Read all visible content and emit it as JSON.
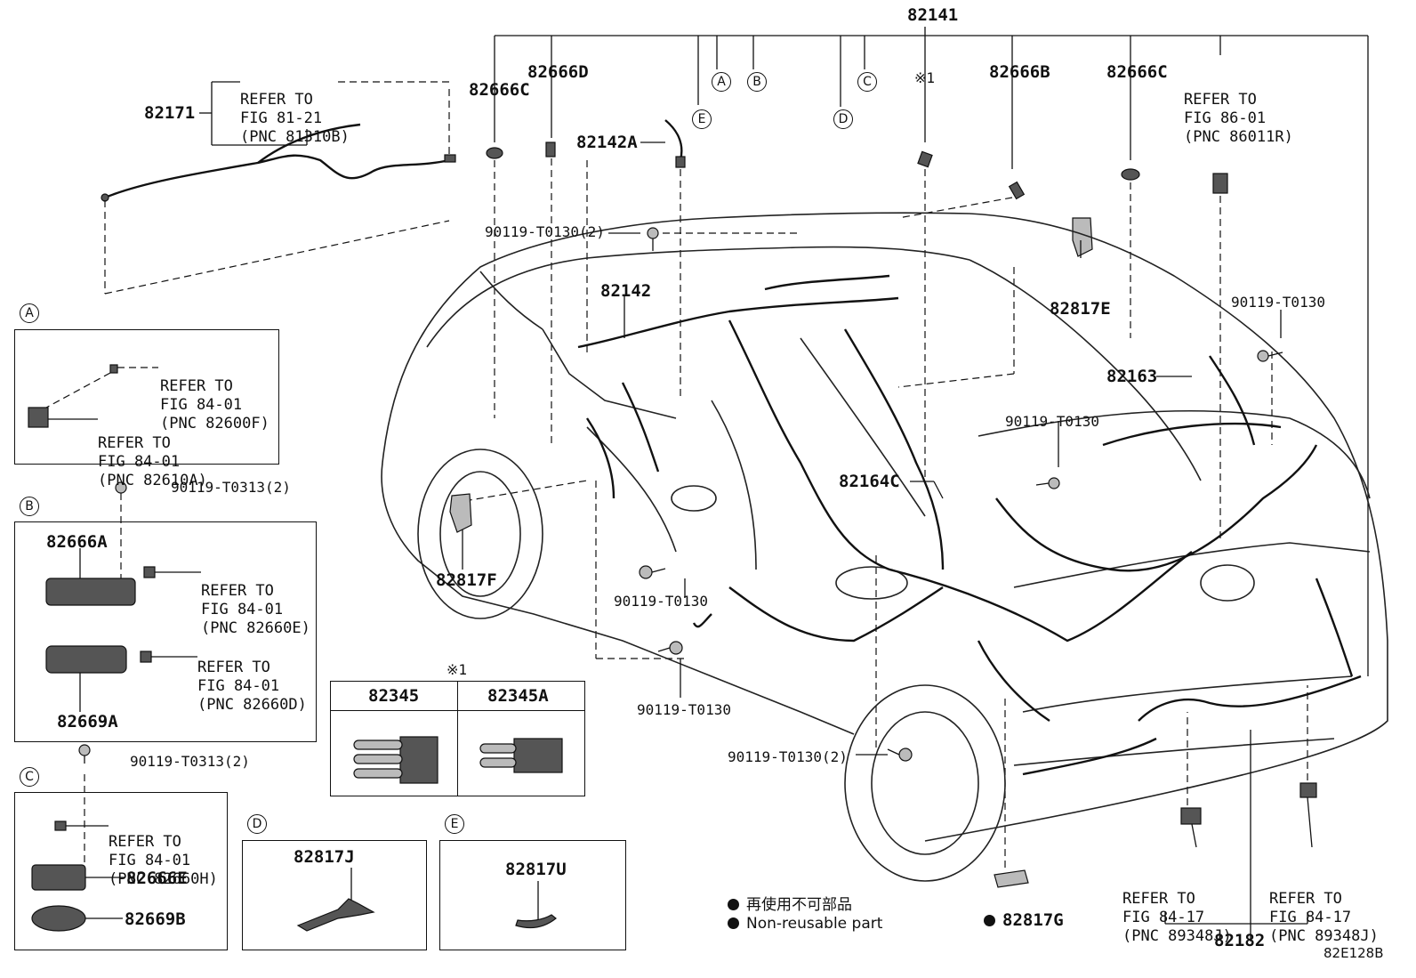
{
  "diagram": {
    "main_part": "82141",
    "footer_code": "82E128B",
    "legend": {
      "jp": "再使用不可部品",
      "en": "Non-reusable part"
    },
    "labels": {
      "p82171": "82171",
      "p82666C_a": "82666C",
      "p82666D": "82666D",
      "p82142A": "82142A",
      "p82666B": "82666B",
      "p82666C_b": "82666C",
      "p82142": "82142",
      "p82817E": "82817E",
      "p82163": "82163",
      "p82164C": "82164C",
      "p82817F": "82817F",
      "p82817G": "82817G",
      "p82182": "82182",
      "note1": "※1",
      "bolt_top": "90119-T0130(2)",
      "bolt_right": "90119-T0130",
      "bolt_mid": "90119-T0130",
      "bolt_lower1": "90119-T0130",
      "bolt_lower2": "90119-T0130",
      "bolt_bottom": "90119-T0130(2)"
    },
    "refs": {
      "top_left": [
        "REFER TO",
        "FIG 81-21",
        "(PNC 81310B)"
      ],
      "top_right": [
        "REFER TO",
        "FIG 86-01",
        "(PNC 86011R)"
      ],
      "bottom_1": [
        "REFER TO",
        "FIG 84-17",
        "(PNC 89348J)"
      ],
      "bottom_2": [
        "REFER TO",
        "FIG 84-17",
        "(PNC 89348J)"
      ]
    },
    "circles": [
      "A",
      "B",
      "C",
      "D",
      "E"
    ],
    "box_a": {
      "letter": "A",
      "ref1": [
        "REFER TO",
        "FIG 84-01",
        "(PNC 82600F)"
      ],
      "ref2": [
        "REFER TO",
        "FIG 84-01",
        "(PNC 82610A)"
      ]
    },
    "box_b": {
      "letter": "B",
      "bolt": "90119-T0313(2)",
      "p1": "82666A",
      "p2": "82669A",
      "ref1": [
        "REFER TO",
        "FIG 84-01",
        "(PNC 82660E)"
      ],
      "ref2": [
        "REFER TO",
        "FIG 84-01",
        "(PNC 82660D)"
      ]
    },
    "box_c": {
      "letter": "C",
      "bolt": "90119-T0313(2)",
      "p1": "82666E",
      "p2": "82669B",
      "ref1": [
        "REFER TO",
        "FIG 84-01",
        "(PNC 82660H)"
      ]
    },
    "box_d": {
      "letter": "D",
      "part": "82817J"
    },
    "box_e": {
      "letter": "E",
      "part": "82817U"
    },
    "fuse_table": {
      "note": "※1",
      "col1": "82345",
      "col2": "82345A"
    }
  }
}
